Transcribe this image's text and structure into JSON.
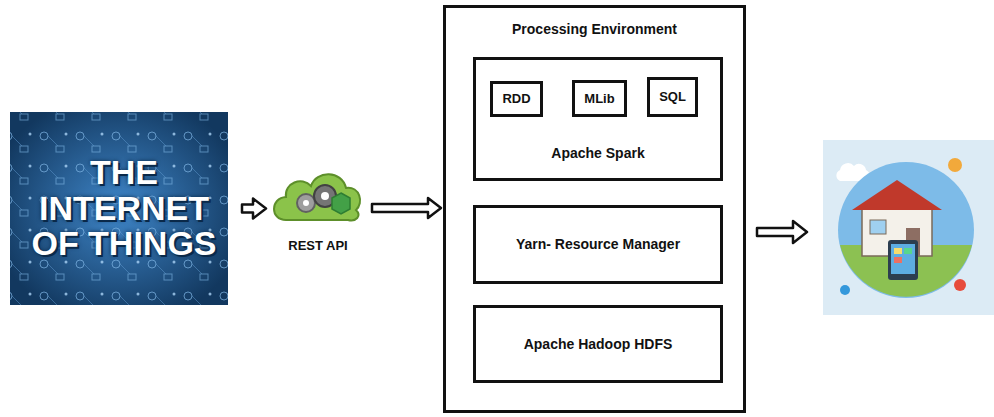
{
  "diagram": {
    "nodes": [
      {
        "text": [
          "THE INTERNET OF THINGS"
        ]
      },
      {
        "text": [
          "REST API"
        ]
      },
      {
        "text": [
          "Processing Environment"
        ]
      },
      {
        "text": [
          "Apache Spark"
        ],
        "in": 2
      },
      {
        "text": [
          "RDD"
        ],
        "in": 3
      },
      {
        "text": [
          "MLib"
        ],
        "in": 3
      },
      {
        "text": [
          "SQL"
        ],
        "in": 3
      },
      {
        "text": [
          "Yarn- Resource Manager"
        ],
        "in": 2
      },
      {
        "text": [
          "Apache Hadoop HDFS"
        ],
        "in": 2
      }
    ],
    "edges": [
      {
        "from": 0,
        "to": 1,
        "arrow": "to"
      },
      {
        "from": 1,
        "to": 2,
        "arrow": "to"
      }
    ]
  }
}
